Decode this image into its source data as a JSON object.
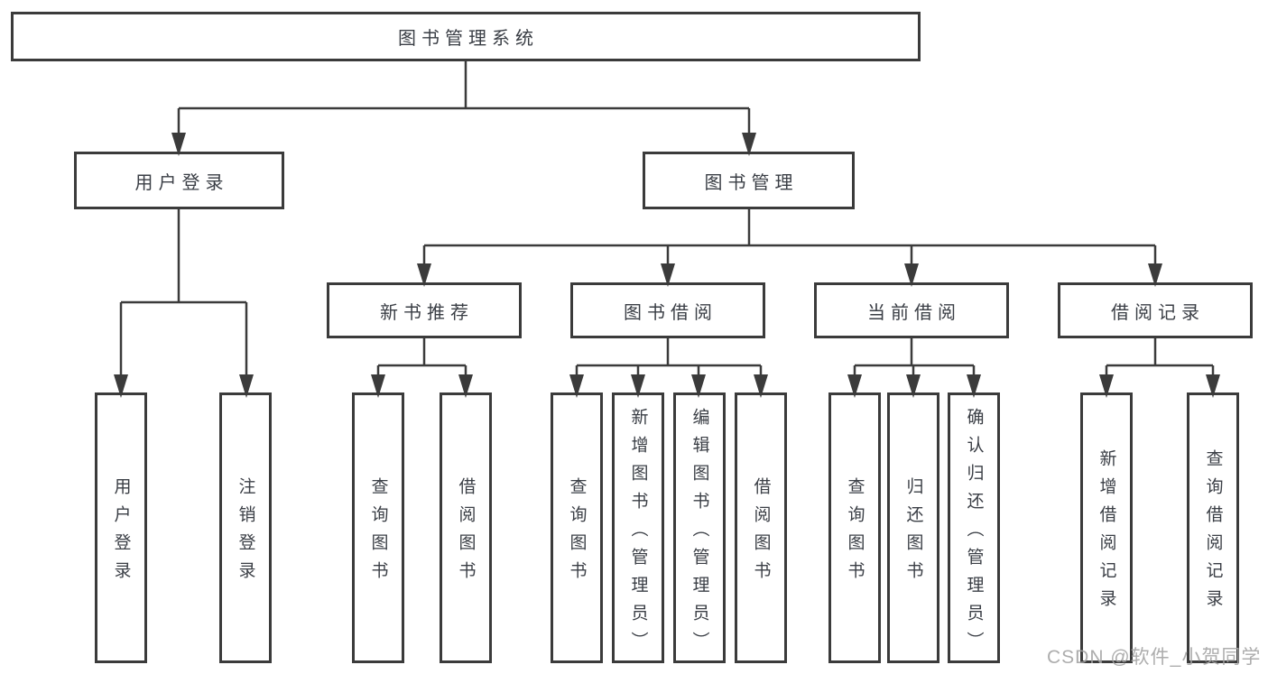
{
  "diagram": {
    "title": "图书管理系统",
    "root": {
      "label": "图书管理系统"
    },
    "level2": [
      {
        "label": "用户登录"
      },
      {
        "label": "图书管理"
      }
    ],
    "level3": [
      {
        "label": "新书推荐",
        "parent": "图书管理"
      },
      {
        "label": "图书借阅",
        "parent": "图书管理"
      },
      {
        "label": "当前借阅",
        "parent": "图书管理"
      },
      {
        "label": "借阅记录",
        "parent": "图书管理"
      }
    ],
    "leaves": [
      {
        "label": "用户登录",
        "parent": "用户登录"
      },
      {
        "label": "注销登录",
        "parent": "用户登录"
      },
      {
        "label": "查询图书",
        "parent": "新书推荐"
      },
      {
        "label": "借阅图书",
        "parent": "新书推荐"
      },
      {
        "label": "查询图书",
        "parent": "图书借阅"
      },
      {
        "label": "新增图书（管理员）",
        "parent": "图书借阅"
      },
      {
        "label": "编辑图书（管理员）",
        "parent": "图书借阅"
      },
      {
        "label": "借阅图书",
        "parent": "图书借阅"
      },
      {
        "label": "查询图书",
        "parent": "当前借阅"
      },
      {
        "label": "归还图书",
        "parent": "当前借阅"
      },
      {
        "label": "确认归还（管理员）",
        "parent": "当前借阅"
      },
      {
        "label": "新增借阅记录",
        "parent": "借阅记录"
      },
      {
        "label": "查询借阅记录",
        "parent": "借阅记录"
      }
    ],
    "colors": {
      "line": "#3b3b3b",
      "border": "#3b3b3b",
      "text": "#3a3e45",
      "background": "#ffffff",
      "watermark": "#a4a4a4"
    }
  },
  "watermark": {
    "text": "CSDN @软件_小贺同学"
  }
}
